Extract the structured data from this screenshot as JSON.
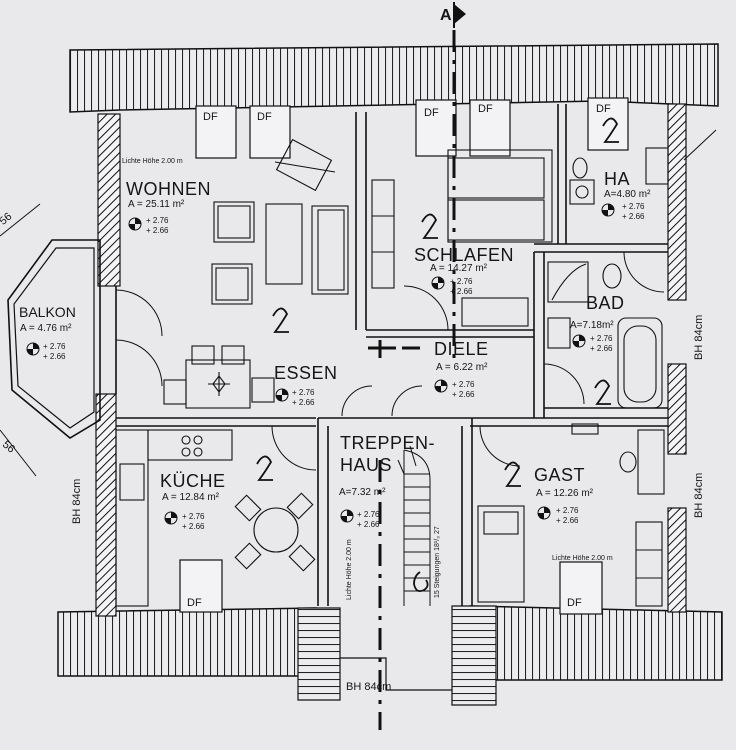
{
  "section_marker": "A",
  "rooms": {
    "wohnen": {
      "name": "WOHNEN",
      "area": "A = 25.11 m²",
      "h1": "+ 2.76",
      "h2": "+ 2.66",
      "note": "Lichte Höhe 2.00 m"
    },
    "schlafen": {
      "name": "SCHLAFEN",
      "area": "A = 14.27 m²",
      "h1": "+ 2.76",
      "h2": "+ 2.66"
    },
    "ha": {
      "name": "HA",
      "area": "A=4.80 m²",
      "h1": "+ 2.76",
      "h2": "+ 2.66"
    },
    "balkon": {
      "name": "BALKON",
      "area": "A = 4.76 m²",
      "h1": "+ 2.76",
      "h2": "+ 2.66"
    },
    "bad": {
      "name": "BAD",
      "area": "A=7.18m²",
      "h1": "+ 2.76",
      "h2": "+ 2.66"
    },
    "essen": {
      "name": "ESSEN",
      "h1": "+ 2.76",
      "h2": "+ 2.66"
    },
    "diele": {
      "name": "DIELE",
      "area": "A = 6.22 m²",
      "h1": "+ 2.76",
      "h2": "+ 2.66"
    },
    "treppe": {
      "name1": "TREPPEN-",
      "name2": "HAUS",
      "area": "A=7.32 m²",
      "h1": "+ 2.76",
      "h2": "+ 2.66",
      "note": "Lichte Höhe 2.00 m",
      "steps": "15 Steigungen 18¹/₃ 27"
    },
    "kueche": {
      "name": "KÜCHE",
      "area": "A = 12.84 m²",
      "h1": "+ 2.76",
      "h2": "+ 2.66"
    },
    "gast": {
      "name": "GAST",
      "area": "A = 12.26 m²",
      "h1": "+ 2.76",
      "h2": "+ 2.66",
      "note": "Lichte Höhe 2.00 m"
    }
  },
  "skylight_label": "DF",
  "parapets": {
    "left": "BH 84cm",
    "right_top": "BH 84cm",
    "right_bottom": "BH 84cm",
    "bottom": "BH 84cm"
  },
  "dims": {
    "d1": "56",
    "d2": "56"
  }
}
